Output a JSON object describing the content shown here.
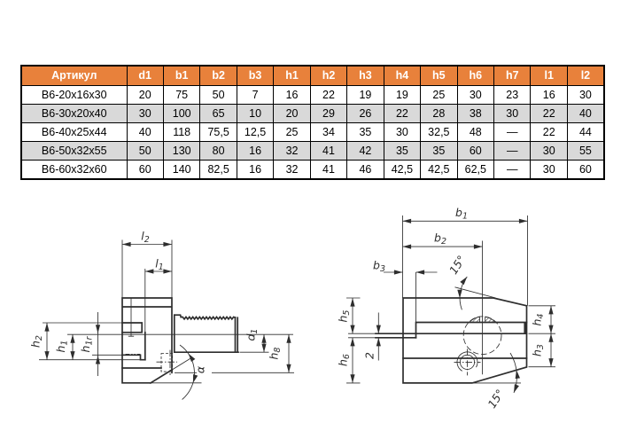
{
  "table": {
    "headers": [
      "Артикул",
      "d1",
      "b1",
      "b2",
      "b3",
      "h1",
      "h2",
      "h3",
      "h4",
      "h5",
      "h6",
      "h7",
      "l1",
      "l2"
    ],
    "rows": [
      [
        "B6-20x16x30",
        "20",
        "75",
        "50",
        "7",
        "16",
        "22",
        "19",
        "19",
        "25",
        "30",
        "23",
        "16",
        "30"
      ],
      [
        "B6-30x20x40",
        "30",
        "100",
        "65",
        "10",
        "20",
        "29",
        "26",
        "22",
        "28",
        "38",
        "30",
        "22",
        "40"
      ],
      [
        "B6-40x25x44",
        "40",
        "118",
        "75,5",
        "12,5",
        "25",
        "34",
        "35",
        "30",
        "32,5",
        "48",
        "—",
        "22",
        "44"
      ],
      [
        "B6-50x32x55",
        "50",
        "130",
        "80",
        "16",
        "32",
        "41",
        "42",
        "35",
        "35",
        "60",
        "—",
        "30",
        "55"
      ],
      [
        "B6-60x32x60",
        "60",
        "140",
        "82,5",
        "16",
        "32",
        "41",
        "46",
        "42,5",
        "42,5",
        "62,5",
        "—",
        "30",
        "60"
      ]
    ],
    "colors": {
      "header_bg": "#e8813b",
      "header_text": "#ffffff",
      "row_stripe": "#d9d9d9",
      "row_plain": "#ffffff",
      "border": "#000000",
      "cell_text": "#000000"
    }
  },
  "drawings": {
    "line_color": "#2e2e2e",
    "left_view": {
      "labels": {
        "l2": {
          "m": "l",
          "s": "2"
        },
        "l1": {
          "m": "l",
          "s": "1"
        },
        "h2": {
          "m": "h",
          "s": "2"
        },
        "h1": {
          "m": "h",
          "s": "1"
        },
        "h1r": {
          "m": "h",
          "s": "1r"
        },
        "d1": {
          "m": "d",
          "s": "1"
        },
        "h8": {
          "m": "h",
          "s": "8"
        },
        "alpha": {
          "m": "α",
          "s": ""
        }
      }
    },
    "right_view": {
      "labels": {
        "b1": {
          "m": "b",
          "s": "1"
        },
        "b2": {
          "m": "b",
          "s": "2"
        },
        "b3": {
          "m": "b",
          "s": "3"
        },
        "h5": {
          "m": "h",
          "s": "5"
        },
        "h6": {
          "m": "h",
          "s": "6"
        },
        "h4": {
          "m": "h",
          "s": "4"
        },
        "h3": {
          "m": "h",
          "s": "3"
        },
        "two": {
          "m": "2",
          "s": ""
        },
        "angle_top": {
          "m": "15°",
          "s": ""
        },
        "angle_bottom": {
          "m": "15°",
          "s": ""
        }
      }
    }
  }
}
